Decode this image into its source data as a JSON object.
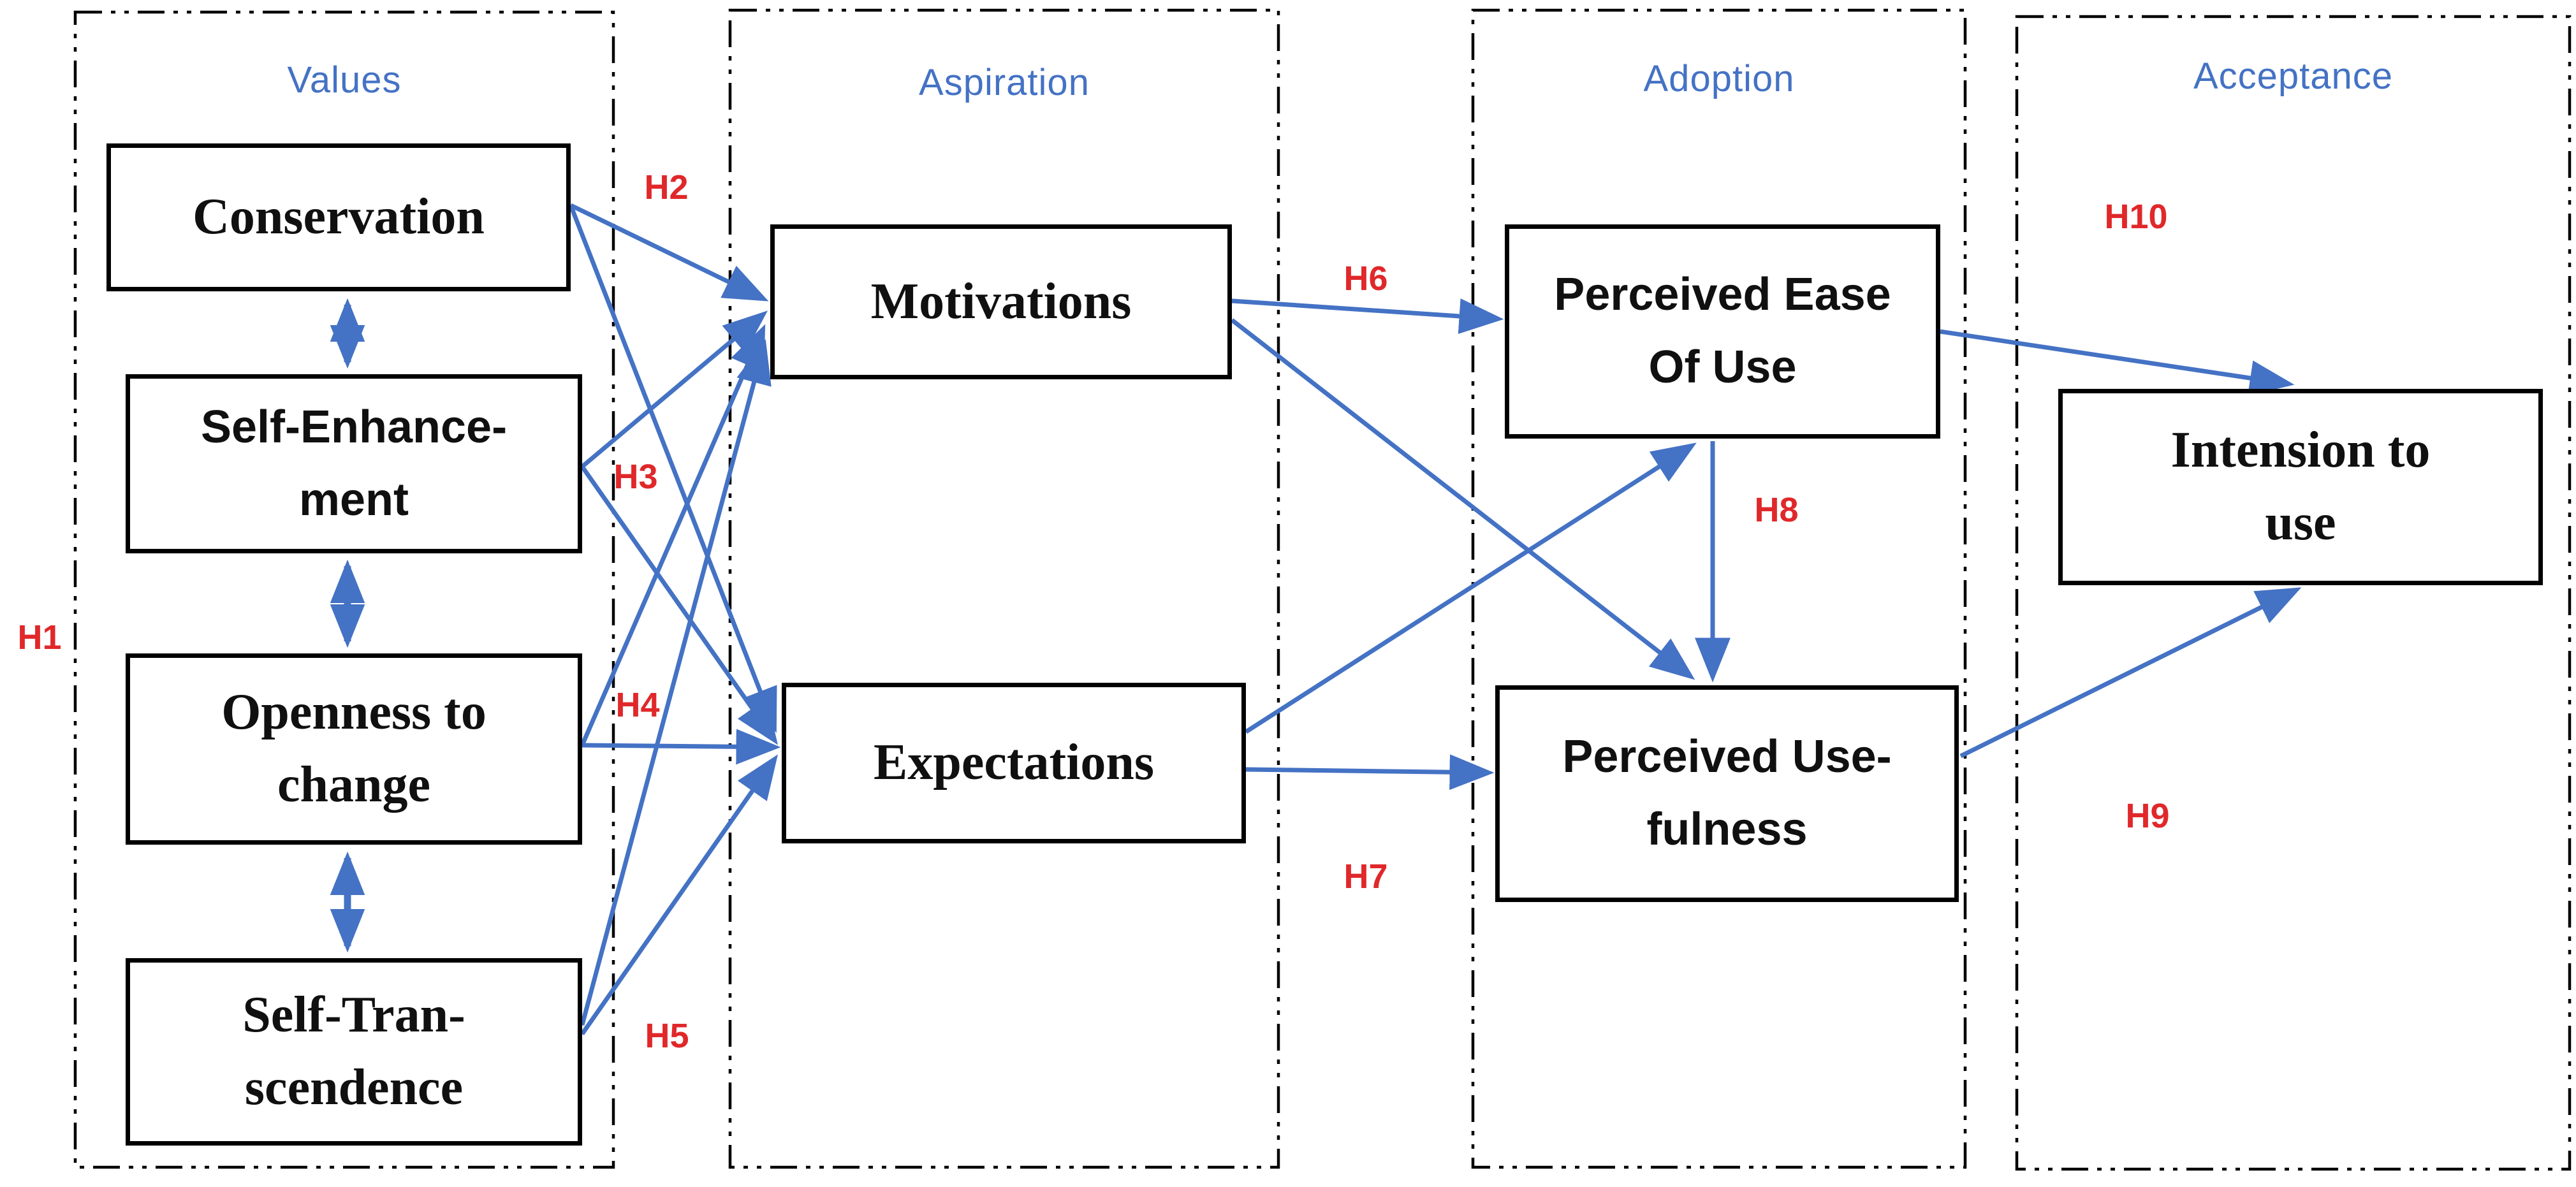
{
  "colors": {
    "accent_blue": "#4472c4",
    "label_red": "#e0282a",
    "box_border": "#000000",
    "background": "#ffffff"
  },
  "panels": [
    {
      "id": "values",
      "title": "Values"
    },
    {
      "id": "aspiration",
      "title": "Aspiration"
    },
    {
      "id": "adoption",
      "title": "Adoption"
    },
    {
      "id": "acceptance",
      "title": "Acceptance"
    }
  ],
  "boxes": [
    {
      "id": "conservation",
      "panel": "values",
      "lines": [
        "Conservation"
      ]
    },
    {
      "id": "self-enhancement",
      "panel": "values",
      "lines": [
        "Self-Enhance-",
        "ment"
      ]
    },
    {
      "id": "openness-to-change",
      "panel": "values",
      "lines": [
        "Openness to",
        "change"
      ]
    },
    {
      "id": "self-transcendence",
      "panel": "values",
      "lines": [
        "Self-Tran-",
        "scendence"
      ]
    },
    {
      "id": "motivations",
      "panel": "aspiration",
      "lines": [
        "Motivations"
      ]
    },
    {
      "id": "expectations",
      "panel": "aspiration",
      "lines": [
        "Expectations"
      ]
    },
    {
      "id": "perceived-ease-of-use",
      "panel": "adoption",
      "lines": [
        "Perceived Ease",
        "Of Use"
      ]
    },
    {
      "id": "perceived-usefulness",
      "panel": "adoption",
      "lines": [
        "Perceived Use-",
        "fulness"
      ]
    },
    {
      "id": "intension-to-use",
      "panel": "acceptance",
      "lines": [
        "Intension to",
        "use"
      ]
    }
  ],
  "hypotheses": {
    "h1": "H1",
    "h2": "H2",
    "h3": "H3",
    "h4": "H4",
    "h5": "H5",
    "h6": "H6",
    "h7": "H7",
    "h8": "H8",
    "h9": "H9",
    "h10": "H10"
  },
  "edges": [
    {
      "from": "Conservation",
      "to": "Self-Enhancement",
      "type": "correlation",
      "hypothesis": "H1"
    },
    {
      "from": "Self-Enhancement",
      "to": "Openness to change",
      "type": "correlation",
      "hypothesis": "H1"
    },
    {
      "from": "Openness to change",
      "to": "Self-Transcendence",
      "type": "correlation",
      "hypothesis": "H1"
    },
    {
      "from": "Conservation",
      "to": "Motivations",
      "type": "directed",
      "hypothesis": "H2"
    },
    {
      "from": "Conservation",
      "to": "Expectations",
      "type": "directed",
      "hypothesis": ""
    },
    {
      "from": "Self-Enhancement",
      "to": "Motivations",
      "type": "directed",
      "hypothesis": "H3"
    },
    {
      "from": "Self-Enhancement",
      "to": "Expectations",
      "type": "directed",
      "hypothesis": ""
    },
    {
      "from": "Openness to change",
      "to": "Motivations",
      "type": "directed",
      "hypothesis": ""
    },
    {
      "from": "Openness to change",
      "to": "Expectations",
      "type": "directed",
      "hypothesis": "H4"
    },
    {
      "from": "Self-Transcendence",
      "to": "Motivations",
      "type": "directed",
      "hypothesis": ""
    },
    {
      "from": "Self-Transcendence",
      "to": "Expectations",
      "type": "directed",
      "hypothesis": "H5"
    },
    {
      "from": "Motivations",
      "to": "Perceived Ease Of Use",
      "type": "directed",
      "hypothesis": "H6"
    },
    {
      "from": "Motivations",
      "to": "Perceived Usefulness",
      "type": "directed",
      "hypothesis": ""
    },
    {
      "from": "Expectations",
      "to": "Perceived Ease Of Use",
      "type": "directed",
      "hypothesis": ""
    },
    {
      "from": "Expectations",
      "to": "Perceived Usefulness",
      "type": "directed",
      "hypothesis": "H7"
    },
    {
      "from": "Perceived Ease Of Use",
      "to": "Perceived Usefulness",
      "type": "directed",
      "hypothesis": "H8"
    },
    {
      "from": "Perceived Ease Of Use",
      "to": "Intension to use",
      "type": "directed",
      "hypothesis": "H10"
    },
    {
      "from": "Perceived Usefulness",
      "to": "Intension to use",
      "type": "directed",
      "hypothesis": "H9"
    }
  ]
}
